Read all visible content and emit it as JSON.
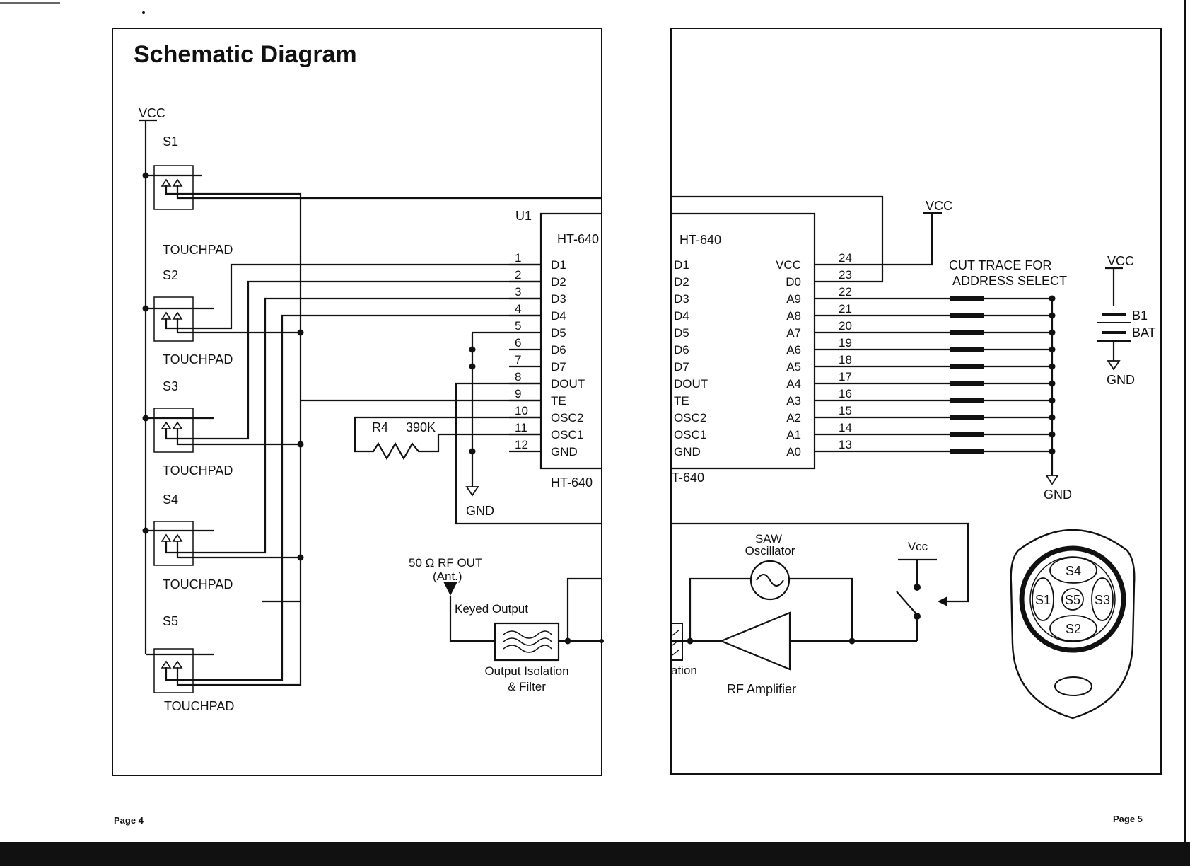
{
  "left_page": {
    "title": "Schematic Diagram",
    "vcc": "VCC",
    "switches": [
      {
        "name": "S1",
        "label": "TOUCHPAD"
      },
      {
        "name": "S2",
        "label": "TOUCHPAD"
      },
      {
        "name": "S3",
        "label": "TOUCHPAD"
      },
      {
        "name": "S4",
        "label": "TOUCHPAD"
      },
      {
        "name": "S5",
        "label": "TOUCHPAD"
      }
    ],
    "ic_ref": "U1",
    "ic_name_top": "HT-640",
    "ic_name_bottom": "HT-640",
    "left_pins": [
      {
        "num": "1",
        "name": "D1"
      },
      {
        "num": "2",
        "name": "D2"
      },
      {
        "num": "3",
        "name": "D3"
      },
      {
        "num": "4",
        "name": "D4"
      },
      {
        "num": "5",
        "name": "D5"
      },
      {
        "num": "6",
        "name": "D6"
      },
      {
        "num": "7",
        "name": "D7"
      },
      {
        "num": "8",
        "name": "DOUT"
      },
      {
        "num": "9",
        "name": "TE"
      },
      {
        "num": "10",
        "name": "OSC2"
      },
      {
        "num": "11",
        "name": "OSC1"
      },
      {
        "num": "12",
        "name": "GND"
      }
    ],
    "resistor_ref": "R4",
    "resistor_value": "390K",
    "gnd": "GND",
    "rf_out_line1": "50 Ω RF OUT",
    "rf_out_line2": "(Ant.)",
    "keyed_output": "Keyed Output",
    "filter_line1": "Output Isolation",
    "filter_line2": "& Filter",
    "page_number": "Page 4"
  },
  "right_page": {
    "ic_name_top": "HT-640",
    "ic_name_bottom": "T-640",
    "left_pins": [
      "D1",
      "D2",
      "D3",
      "D4",
      "D5",
      "D6",
      "D7",
      "DOUT",
      "TE",
      "OSC2",
      "OSC1",
      "GND"
    ],
    "right_pins": [
      {
        "num": "24",
        "name": "VCC"
      },
      {
        "num": "23",
        "name": "D0"
      },
      {
        "num": "22",
        "name": "A9"
      },
      {
        "num": "21",
        "name": "A8"
      },
      {
        "num": "20",
        "name": "A7"
      },
      {
        "num": "19",
        "name": "A6"
      },
      {
        "num": "18",
        "name": "A5"
      },
      {
        "num": "17",
        "name": "A4"
      },
      {
        "num": "16",
        "name": "A3"
      },
      {
        "num": "15",
        "name": "A2"
      },
      {
        "num": "14",
        "name": "A1"
      },
      {
        "num": "13",
        "name": "A0"
      }
    ],
    "vcc_top": "VCC",
    "cut_trace_line1": "CUT TRACE FOR",
    "cut_trace_line2": "ADDRESS SELECT",
    "gnd_address": "GND",
    "battery_vcc": "VCC",
    "battery_ref": "B1",
    "battery_name": "BAT",
    "battery_gnd": "GND",
    "saw_line1": "SAW",
    "saw_line2": "Oscillator",
    "vcc_switch": "Vcc",
    "isolation_fragment": "ation",
    "rf_amplifier": "RF Amplifier",
    "remote_buttons": {
      "top": "S4",
      "left": "S1",
      "center": "S5",
      "right": "S3",
      "bottom": "S2"
    },
    "page_number": "Page 5"
  }
}
